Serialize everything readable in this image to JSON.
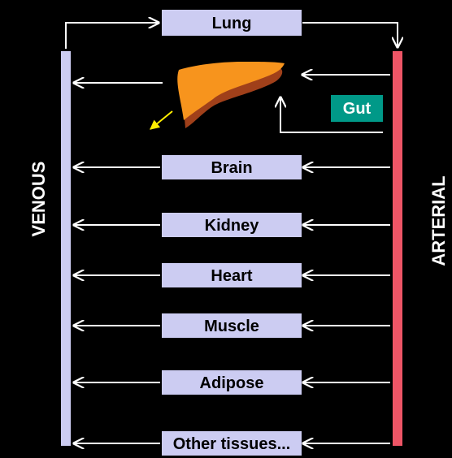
{
  "diagram": {
    "top_organ": "Lung",
    "side_labels": {
      "venous": "VENOUS",
      "arterial": "ARTERIAL"
    },
    "liver_input": "Gut",
    "organs": [
      "Brain",
      "Kidney",
      "Heart",
      "Muscle",
      "Adipose",
      "Other tissues..."
    ],
    "colors": {
      "background": "#000000",
      "organ_box": "#ccccf2",
      "venous_bar": "#ccccf2",
      "arterial_bar": "#ee5566",
      "gut_box": "#009988",
      "liver": "#f7941d",
      "liver_shadow": "#a0401a",
      "arrows": "#ffffff",
      "liver_outflow_arrow": "#ffee00"
    }
  }
}
